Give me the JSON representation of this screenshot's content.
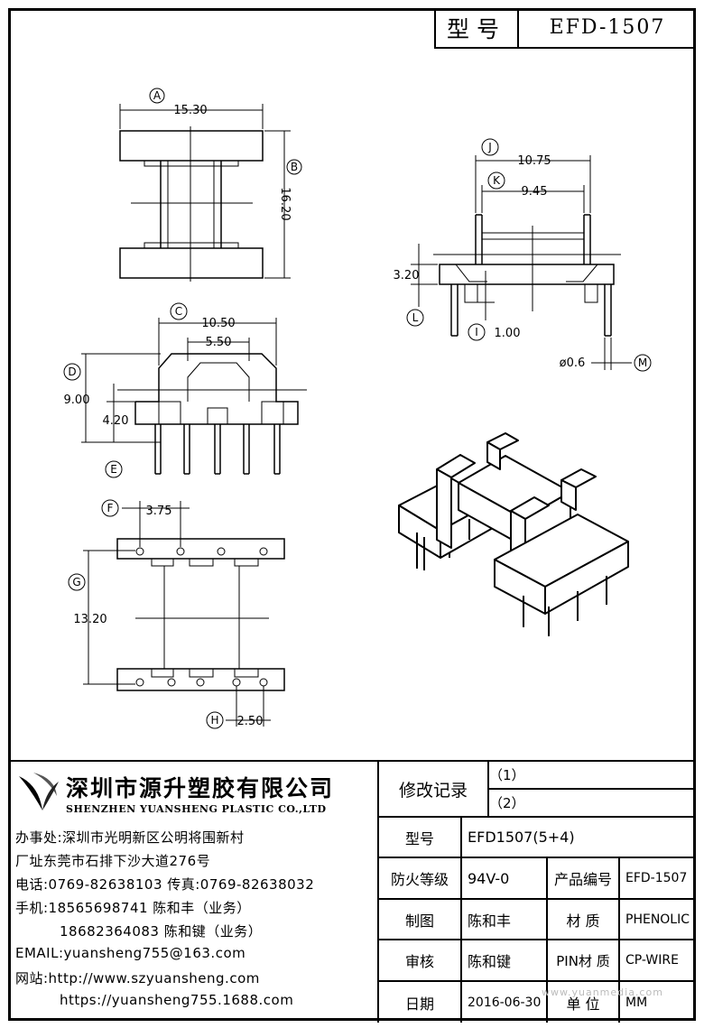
{
  "header": {
    "model_key": "型号",
    "model_value": "EFD-1507"
  },
  "dimensions": {
    "A": "15.30",
    "B": "16.20",
    "C": "10.50",
    "C_inner": "5.50",
    "D": "9.00",
    "E": "4.20",
    "F": "3.75",
    "G": "13.20",
    "H": "2.50",
    "J": "10.75",
    "K": "9.45",
    "L": "3.20",
    "I": "1.00",
    "M": "ø0.6"
  },
  "labels": {
    "A": "A",
    "B": "B",
    "C": "C",
    "D": "D",
    "E": "E",
    "F": "F",
    "G": "G",
    "H": "H",
    "J": "J",
    "K": "K",
    "L": "L",
    "I": "I",
    "M": "M"
  },
  "company": {
    "name": "深圳市源升塑胶有限公司",
    "name_en": "SHENZHEN YUANSHENG PLASTIC CO.,LTD",
    "office": "办事处:深圳市光明新区公明将围新村",
    "factory": "厂址东莞市石排下沙大道276号",
    "phone": "电话:0769-82638103 传真:0769-82638032",
    "mobile1": "手机:18565698741 陈和丰（业务）",
    "mobile2": "18682364083 陈和键（业务）",
    "email": "EMAIL:yuansheng755@163.com",
    "web1": "网站:http://www.szyuansheng.com",
    "web2": "https://yuansheng755.1688.com"
  },
  "table": {
    "revision_label": "修改记录",
    "rev1": "（1）",
    "rev2": "（2）",
    "model_label": "型号",
    "model_value": "EFD1507(5+4)",
    "fire_label": "防火等级",
    "fire_value": "94V-0",
    "product_no_label": "产品编号",
    "product_no_value": "EFD-1507",
    "drawn_label": "制图",
    "drawn_value": "陈和丰",
    "material_label": "材 质",
    "material_value": "PHENOLIC",
    "review_label": "审核",
    "review_value": "陈和键",
    "pin_material_label": "PIN材 质",
    "pin_material_value": "CP-WIRE",
    "date_label": "日期",
    "date_value": "2016-06-30",
    "unit_label": "单 位",
    "unit_value": "MM"
  },
  "watermark": "www.yuanmedia.com"
}
